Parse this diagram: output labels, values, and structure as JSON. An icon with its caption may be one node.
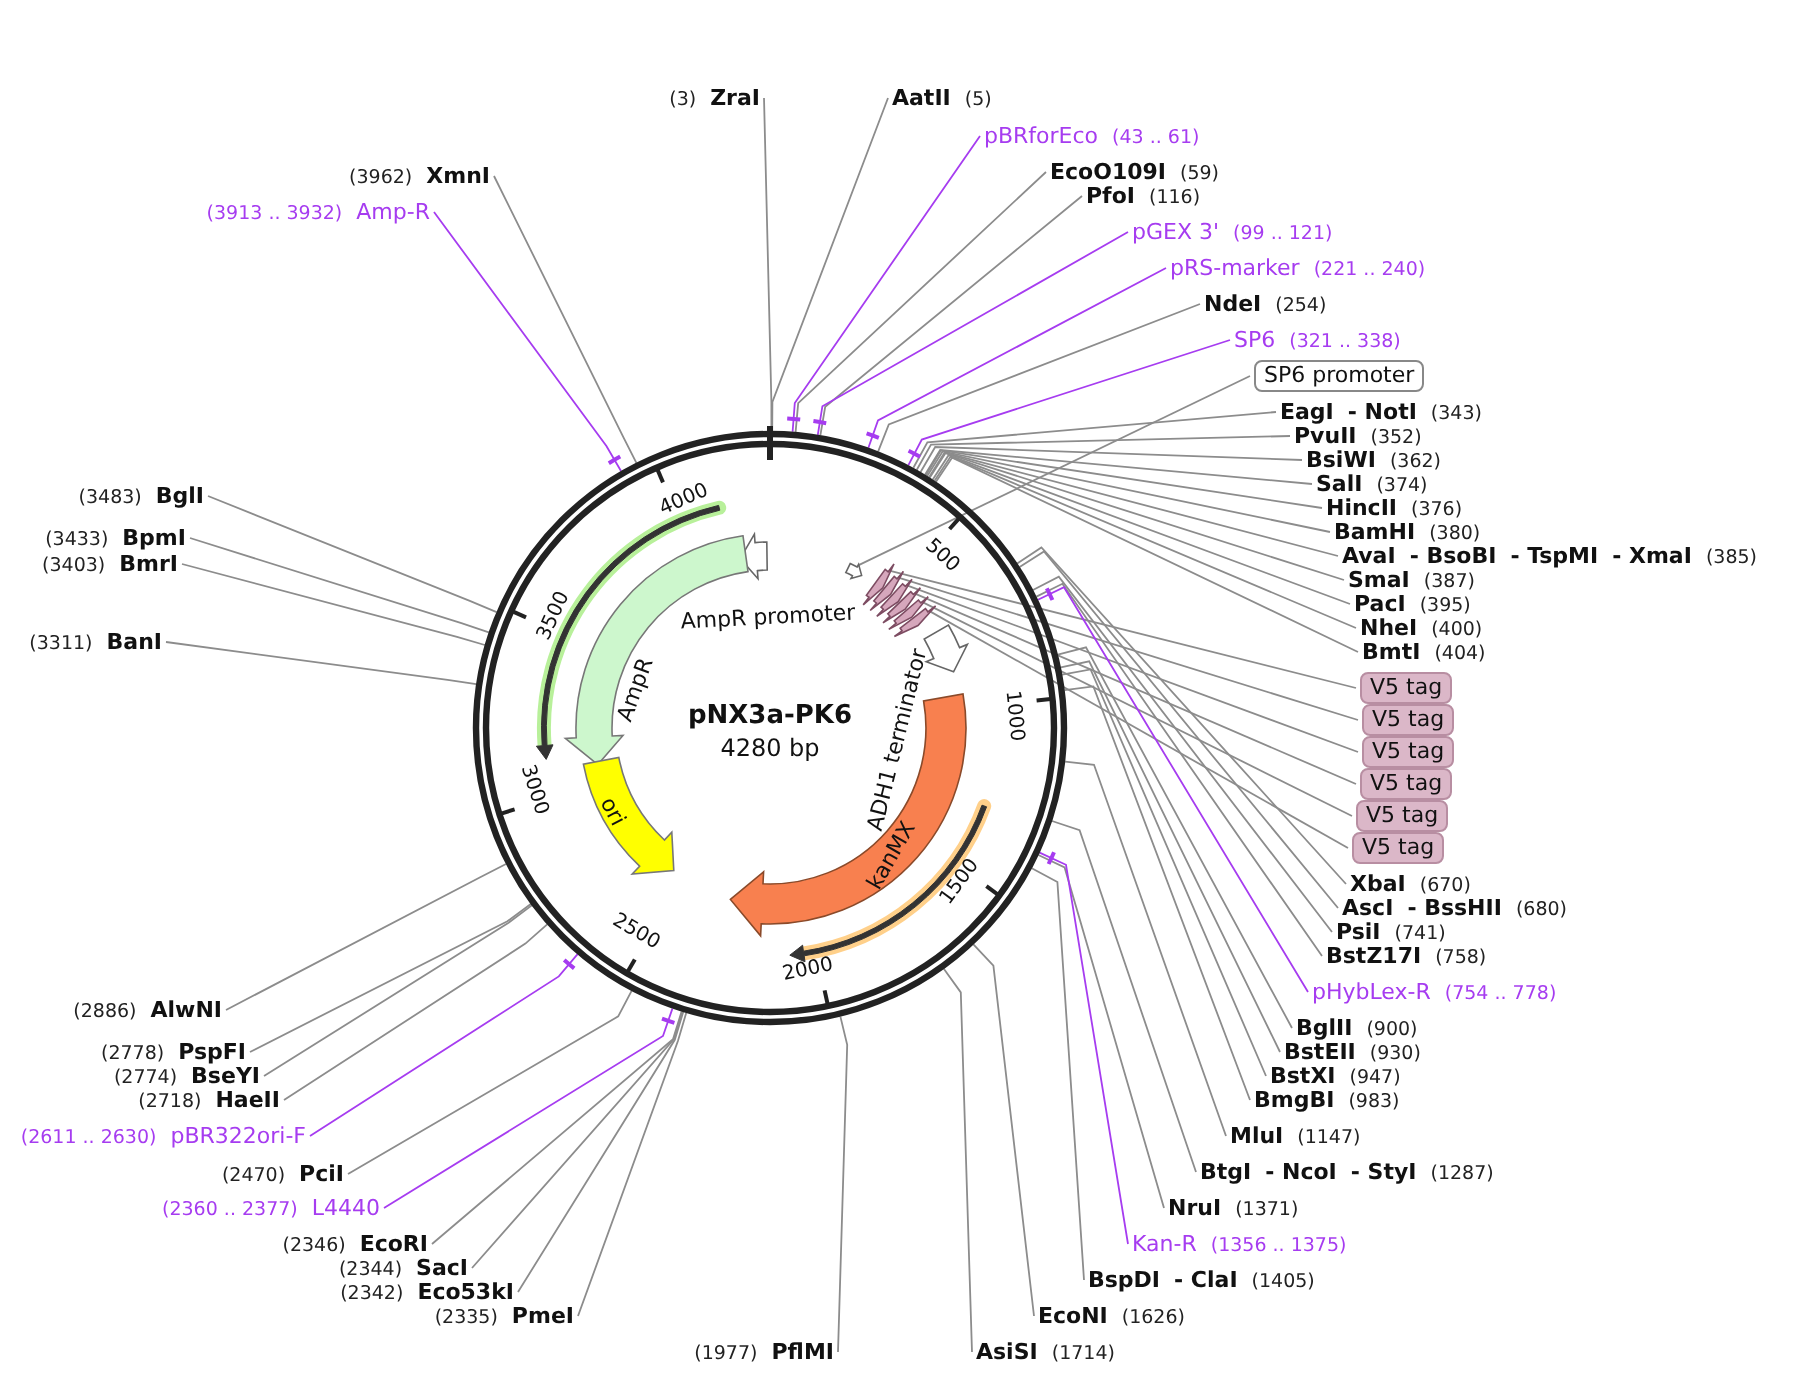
{
  "diagram": {
    "title": "pNX3a-PK6",
    "nodes": [
      {
        "text": [
          "(3)",
          "ZraI"
        ]
      },
      {
        "text": [
          "AatII",
          "(5)"
        ]
      },
      {
        "text": [
          "pBRforEco",
          "(43 .. 61)"
        ]
      },
      {
        "text": [
          "EcoO109I",
          "(59)"
        ]
      },
      {
        "text": [
          "PfoI",
          "(116)"
        ]
      },
      {
        "text": [
          "pGEX 3'",
          "(99 .. 121)"
        ]
      },
      {
        "text": [
          "pRS-marker",
          "(221 .. 240)"
        ]
      },
      {
        "text": [
          "NdeI",
          "(254)"
        ]
      },
      {
        "text": [
          "SP6",
          "(321 .. 338)"
        ]
      },
      {
        "text": [
          "SP6 promoter"
        ]
      },
      {
        "text": [
          "EagI",
          "- NotI",
          "(343)"
        ]
      },
      {
        "text": [
          "PvuII",
          "(352)"
        ]
      },
      {
        "text": [
          "BsiWI",
          "(362)"
        ]
      },
      {
        "text": [
          "SalI",
          "(374)"
        ]
      },
      {
        "text": [
          "HincII",
          "(376)"
        ]
      },
      {
        "text": [
          "BamHI",
          "(380)"
        ]
      },
      {
        "text": [
          "AvaI",
          "- BsoBI",
          "- TspMI",
          "- XmaI",
          "(385)"
        ]
      },
      {
        "text": [
          "SmaI",
          "(387)"
        ]
      },
      {
        "text": [
          "PacI",
          "(395)"
        ]
      },
      {
        "text": [
          "NheI",
          "(400)"
        ]
      },
      {
        "text": [
          "BmtI",
          "(404)"
        ]
      },
      {
        "text": [
          "V5 tag"
        ]
      },
      {
        "text": [
          "V5 tag"
        ]
      },
      {
        "text": [
          "V5 tag"
        ]
      },
      {
        "text": [
          "V5 tag"
        ]
      },
      {
        "text": [
          "V5 tag"
        ]
      },
      {
        "text": [
          "V5 tag"
        ]
      },
      {
        "text": [
          "XbaI",
          "(670)"
        ]
      },
      {
        "text": [
          "AscI",
          "- BssHII",
          "(680)"
        ]
      },
      {
        "text": [
          "PsiI",
          "(741)"
        ]
      },
      {
        "text": [
          "BstZ17I",
          "(758)"
        ]
      },
      {
        "text": [
          "pHybLex-R",
          "(754 .. 778)"
        ]
      },
      {
        "text": [
          "BglII",
          "(900)"
        ]
      },
      {
        "text": [
          "BstEII",
          "(930)"
        ]
      },
      {
        "text": [
          "BstXI",
          "(947)"
        ]
      },
      {
        "text": [
          "BmgBI",
          "(983)"
        ]
      },
      {
        "text": [
          "MluI",
          "(1147)"
        ]
      },
      {
        "text": [
          "BtgI",
          "- NcoI",
          "- StyI",
          "(1287)"
        ]
      },
      {
        "text": [
          "NruI",
          "(1371)"
        ]
      },
      {
        "text": [
          "Kan-R",
          "(1356 .. 1375)"
        ]
      },
      {
        "text": [
          "BspDI",
          "- ClaI",
          "(1405)"
        ]
      },
      {
        "text": [
          "EcoNI",
          "(1626)"
        ]
      },
      {
        "text": [
          "AsiSI",
          "(1714)"
        ]
      },
      {
        "text": [
          "(1977)",
          "PflMI"
        ]
      },
      {
        "text": [
          "(2335)",
          "PmeI"
        ]
      },
      {
        "text": [
          "(2342)",
          "Eco53kI"
        ]
      },
      {
        "text": [
          "(2344)",
          "SacI"
        ]
      },
      {
        "text": [
          "(2346)",
          "EcoRI"
        ]
      },
      {
        "text": [
          "(2360 .. 2377)",
          "L4440"
        ]
      },
      {
        "text": [
          "(2470)",
          "PciI"
        ]
      },
      {
        "text": [
          "(2611 .. 2630)",
          "pBR322ori-F"
        ]
      },
      {
        "text": [
          "(2718)",
          "HaeII"
        ]
      },
      {
        "text": [
          "(2774)",
          "BseYI"
        ]
      },
      {
        "text": [
          "(2778)",
          "PspFI"
        ]
      },
      {
        "text": [
          "(2886)",
          "AlwNI"
        ]
      },
      {
        "text": [
          "(3311)",
          "BanI"
        ]
      },
      {
        "text": [
          "(3403)",
          "BmrI"
        ]
      },
      {
        "text": [
          "(3433)",
          "BpmI"
        ]
      },
      {
        "text": [
          "(3483)",
          "BglI"
        ]
      },
      {
        "text": [
          "(3913 .. 3932)",
          "Amp-R"
        ]
      },
      {
        "text": [
          "(3962)",
          "XmnI"
        ]
      },
      {
        "text": [
          "AmpR promoter"
        ],
        "in": 73
      },
      {
        "text": [
          "AmpR"
        ],
        "in": 73
      },
      {
        "text": [
          "ori"
        ],
        "in": 73
      },
      {
        "text": [
          "ADH1 terminator"
        ],
        "in": 73
      },
      {
        "text": [
          "kanMX"
        ],
        "in": 73
      },
      {
        "text": [],
        "shape": "arrow",
        "in": 73
      },
      {
        "text": [],
        "shape": "arrow",
        "in": 73
      },
      {
        "text": [],
        "shape": "arrow",
        "in": 73
      },
      {
        "text": [],
        "shape": "arrow",
        "in": 73
      },
      {
        "text": [],
        "shape": "arrow",
        "in": 73
      },
      {
        "text": [],
        "shape": "arrow",
        "in": 73
      },
      {
        "text": [],
        "shape": "arrow",
        "in": 73
      },
      {
        "text": [],
        "shape": "circle"
      },
      {
        "text": [],
        "shape": "arrow",
        "in": 73
      },
      {
        "text": [],
        "shape": "arrow",
        "in": 73
      }
    ],
    "edges": [
      {
        "from": 0,
        "to": 73,
        "arrow": "none"
      },
      {
        "from": 1,
        "to": 73,
        "arrow": "none"
      },
      {
        "from": 2,
        "to": 73,
        "arrow": "none",
        "color": "#a63cf0"
      },
      {
        "from": 3,
        "to": 73,
        "arrow": "none"
      },
      {
        "from": 4,
        "to": 73,
        "arrow": "none"
      },
      {
        "from": 5,
        "to": 73,
        "arrow": "none",
        "color": "#a63cf0"
      },
      {
        "from": 6,
        "to": 73,
        "arrow": "none",
        "color": "#a63cf0"
      },
      {
        "from": 7,
        "to": 73,
        "arrow": "none"
      },
      {
        "from": 8,
        "to": 73,
        "arrow": "none",
        "color": "#a63cf0"
      },
      {
        "from": 9,
        "to": 72,
        "arrow": "none"
      },
      {
        "from": 10,
        "to": 73,
        "arrow": "none"
      },
      {
        "from": 11,
        "to": 73,
        "arrow": "none"
      },
      {
        "from": 12,
        "to": 73,
        "arrow": "none"
      },
      {
        "from": 13,
        "to": 73,
        "arrow": "none"
      },
      {
        "from": 14,
        "to": 73,
        "arrow": "none"
      },
      {
        "from": 15,
        "to": 73,
        "arrow": "none"
      },
      {
        "from": 16,
        "to": 73,
        "arrow": "none"
      },
      {
        "from": 17,
        "to": 73,
        "arrow": "none"
      },
      {
        "from": 18,
        "to": 73,
        "arrow": "none"
      },
      {
        "from": 19,
        "to": 73,
        "arrow": "none"
      },
      {
        "from": 20,
        "to": 73,
        "arrow": "none"
      },
      {
        "from": 21,
        "to": 66,
        "arrow": "none"
      },
      {
        "from": 22,
        "to": 67,
        "arrow": "none"
      },
      {
        "from": 23,
        "to": 68,
        "arrow": "none"
      },
      {
        "from": 24,
        "to": 69,
        "arrow": "none"
      },
      {
        "from": 25,
        "to": 70,
        "arrow": "none"
      },
      {
        "from": 26,
        "to": 71,
        "arrow": "none"
      },
      {
        "from": 27,
        "to": 73,
        "arrow": "none"
      },
      {
        "from": 28,
        "to": 73,
        "arrow": "none"
      },
      {
        "from": 29,
        "to": 73,
        "arrow": "none"
      },
      {
        "from": 30,
        "to": 73,
        "arrow": "none"
      },
      {
        "from": 31,
        "to": 73,
        "arrow": "none",
        "color": "#a63cf0"
      },
      {
        "from": 32,
        "to": 73,
        "arrow": "none"
      },
      {
        "from": 33,
        "to": 73,
        "arrow": "none"
      },
      {
        "from": 34,
        "to": 73,
        "arrow": "none"
      },
      {
        "from": 35,
        "to": 73,
        "arrow": "none"
      },
      {
        "from": 36,
        "to": 73,
        "arrow": "none"
      },
      {
        "from": 37,
        "to": 73,
        "arrow": "none"
      },
      {
        "from": 38,
        "to": 73,
        "arrow": "none"
      },
      {
        "from": 39,
        "to": 73,
        "arrow": "none",
        "color": "#a63cf0"
      },
      {
        "from": 40,
        "to": 73,
        "arrow": "none"
      },
      {
        "from": 41,
        "to": 73,
        "arrow": "none"
      },
      {
        "from": 42,
        "to": 73,
        "arrow": "none"
      },
      {
        "from": 43,
        "to": 73,
        "arrow": "none"
      },
      {
        "from": 44,
        "to": 73,
        "arrow": "none"
      },
      {
        "from": 45,
        "to": 73,
        "arrow": "none"
      },
      {
        "from": 46,
        "to": 73,
        "arrow": "none"
      },
      {
        "from": 47,
        "to": 73,
        "arrow": "none"
      },
      {
        "from": 48,
        "to": 73,
        "arrow": "none",
        "color": "#a63cf0"
      },
      {
        "from": 49,
        "to": 73,
        "arrow": "none"
      },
      {
        "from": 50,
        "to": 73,
        "arrow": "none",
        "color": "#a63cf0"
      },
      {
        "from": 51,
        "to": 73,
        "arrow": "none"
      },
      {
        "from": 52,
        "to": 73,
        "arrow": "none"
      },
      {
        "from": 53,
        "to": 73,
        "arrow": "none"
      },
      {
        "from": 54,
        "to": 73,
        "arrow": "none"
      },
      {
        "from": 55,
        "to": 73,
        "arrow": "none"
      },
      {
        "from": 56,
        "to": 73,
        "arrow": "none"
      },
      {
        "from": 57,
        "to": 73,
        "arrow": "none"
      },
      {
        "from": 58,
        "to": 73,
        "arrow": "none"
      },
      {
        "from": 59,
        "to": 73,
        "arrow": "none",
        "color": "#a63cf0"
      },
      {
        "from": 60,
        "to": 73,
        "arrow": "none"
      }
    ],
    "labels": [
      "4280 bp",
      "500",
      "1000",
      "1500",
      "2000",
      "2500",
      "3000",
      "3500",
      "4000"
    ]
  }
}
